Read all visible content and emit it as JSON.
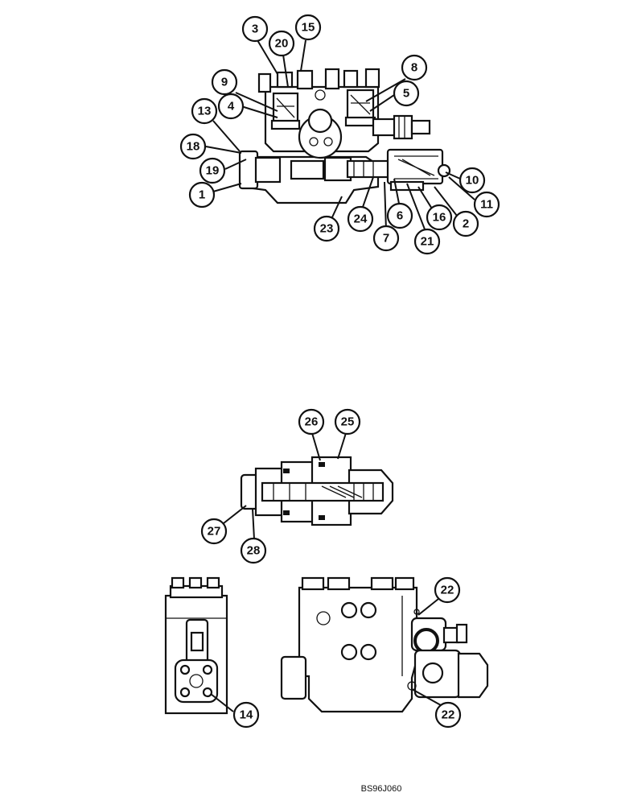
{
  "figure_code": "BS96J060",
  "callouts": {
    "c1": "1",
    "c2": "2",
    "c3": "3",
    "c4": "4",
    "c5": "5",
    "c6": "6",
    "c7": "7",
    "c8": "8",
    "c9": "9",
    "c10": "10",
    "c11": "11",
    "c13": "13",
    "c14": "14",
    "c15": "15",
    "c16": "16",
    "c18": "18",
    "c19": "19",
    "c20": "20",
    "c21": "21",
    "c22a": "22",
    "c22b": "22",
    "c23": "23",
    "c24": "24",
    "c25": "25",
    "c26": "26",
    "c27": "27",
    "c28": "28"
  }
}
